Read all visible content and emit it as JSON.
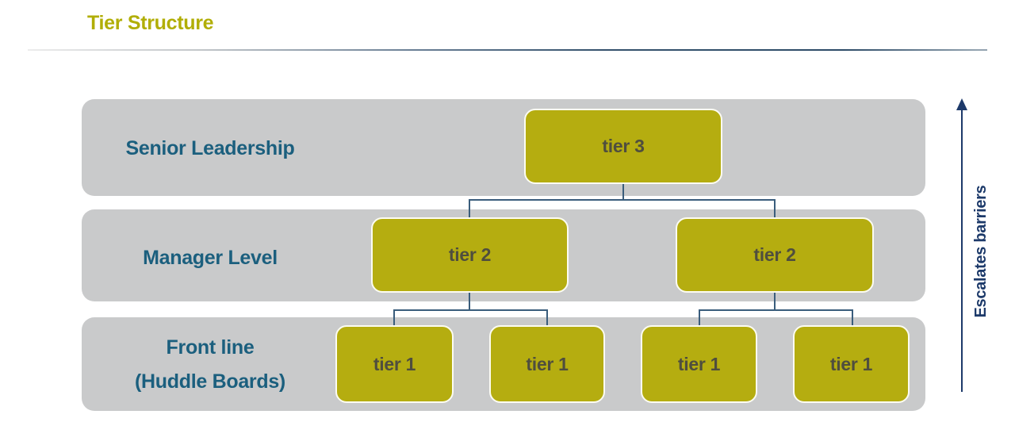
{
  "title": "Tier Structure",
  "diagram": {
    "rows": [
      {
        "label": "Senior Leadership",
        "boxes": [
          "tier 3"
        ]
      },
      {
        "label": "Manager Level",
        "boxes": [
          "tier 2",
          "tier 2"
        ]
      },
      {
        "label": "Front line",
        "sublabel": "(Huddle Boards)",
        "boxes": [
          "tier 1",
          "tier 1",
          "tier 1",
          "tier 1"
        ]
      }
    ],
    "arrow_label": "Escalates barriers"
  },
  "colors": {
    "olive": "#b5ad10",
    "title_olive": "#b1ae06",
    "band_gray": "#c9cacb",
    "label_teal": "#1b5f7e",
    "box_text": "#4f4e3e",
    "connector": "#3a5d7c",
    "arrow_navy": "#1d3a6a"
  }
}
